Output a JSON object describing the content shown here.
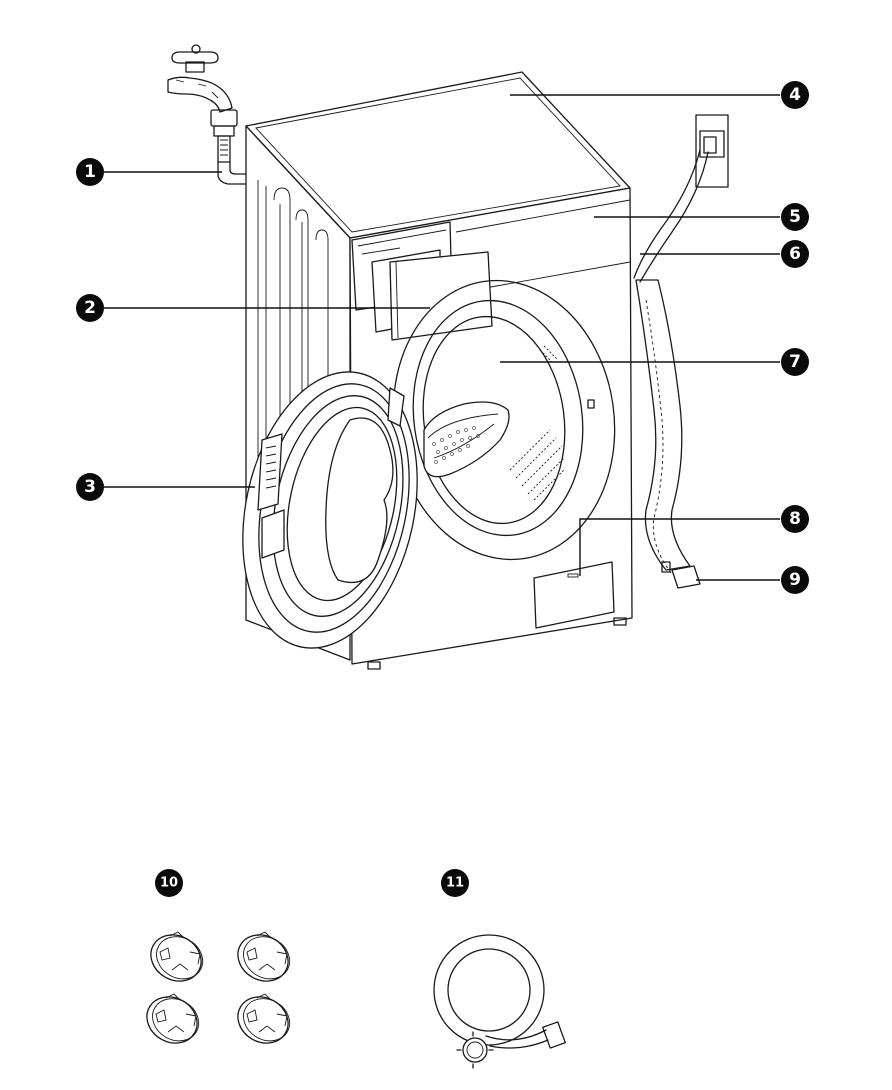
{
  "diagram": {
    "title": "",
    "callouts": [
      {
        "number": "1",
        "part": "water inlet hose connection"
      },
      {
        "number": "2",
        "part": "detergent drawer"
      },
      {
        "number": "3",
        "part": "door"
      },
      {
        "number": "4",
        "part": "top cover"
      },
      {
        "number": "5",
        "part": "control panel"
      },
      {
        "number": "6",
        "part": "power cord"
      },
      {
        "number": "7",
        "part": "drum"
      },
      {
        "number": "8",
        "part": "filter cover"
      },
      {
        "number": "9",
        "part": "drain hose"
      },
      {
        "number": "10",
        "part": "transport bolt covers"
      },
      {
        "number": "11",
        "part": "water inlet hose"
      }
    ],
    "accessories": [
      {
        "number": "10",
        "count": 4,
        "icon": "bolt-cover-cap-icon"
      },
      {
        "number": "11",
        "count": 1,
        "icon": "coiled-inlet-hose-icon"
      }
    ],
    "colors": {
      "line": "#1a1a1a",
      "badge": "#0a0a0a",
      "badge_text": "#ffffff",
      "background": "#ffffff"
    }
  }
}
